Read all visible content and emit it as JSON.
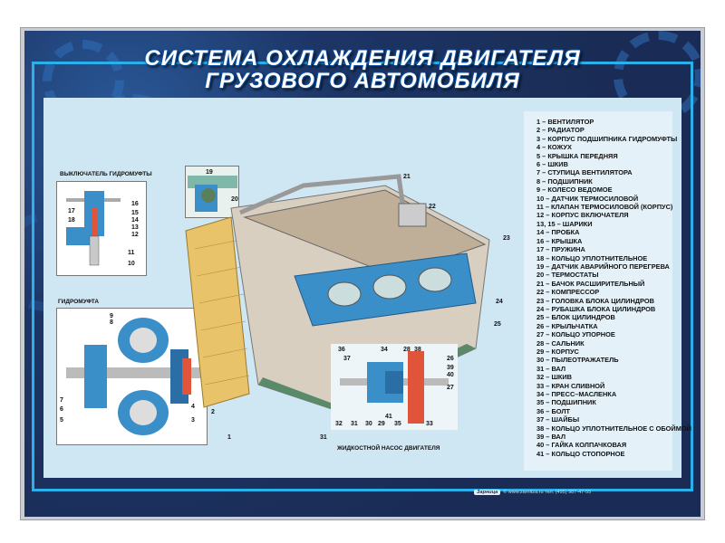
{
  "title": {
    "line1": "СИСТЕМА ОХЛАЖДЕНИЯ ДВИГАТЕЛЯ",
    "line2": "ГРУЗОВОГО АВТОМОБИЛЯ"
  },
  "insets": {
    "switch_label": "ВЫКЛЮЧАТЕЛЬ ГИДРОМУФТЫ",
    "coupling_label": "ГИДРОМУФТА",
    "pump_label": "ЖИДКОСТНОЙ НАСОС ДВИГАТЕЛЯ"
  },
  "callouts": {
    "switch": [
      "16",
      "15",
      "14",
      "13",
      "12",
      "17",
      "18",
      "11",
      "10"
    ],
    "coupling": [
      "9",
      "8",
      "7",
      "6",
      "5",
      "4",
      "3"
    ],
    "thermo": [
      "19",
      "20"
    ],
    "main": [
      "21",
      "22",
      "23",
      "24",
      "25",
      "2",
      "1",
      "31"
    ],
    "pump": [
      "36",
      "37",
      "34",
      "28",
      "38",
      "26",
      "39",
      "40",
      "27",
      "32",
      "31",
      "30",
      "29",
      "41",
      "35",
      "33"
    ]
  },
  "legend": [
    "1 – ВЕНТИЛЯТОР",
    "2 – РАДИАТОР",
    "3 – КОРПУС ПОДШИПНИКА ГИДРОМУФТЫ",
    "4 – КОЖУХ",
    "5 – КРЫШКА ПЕРЕДНЯЯ",
    "6 – ШКИВ",
    "7 – СТУПИЦА ВЕНТИЛЯТОРА",
    "8 – ПОДШИПНИК",
    "9 – КОЛЕСО ВЕДОМОЕ",
    "10 – ДАТЧИК ТЕРМОСИЛОВОЙ",
    "11 – КЛАПАН ТЕРМОСИЛОВОЙ (КОРПУС)",
    "12 – КОРПУС ВКЛЮЧАТЕЛЯ",
    "13, 15 – ШАРИКИ",
    "14 – ПРОБКА",
    "16 – КРЫШКА",
    "17 – ПРУЖИНА",
    "18 – КОЛЬЦО УПЛОТНИТЕЛЬНОЕ",
    "19 – ДАТЧИК АВАРИЙНОГО ПЕРЕГРЕВА",
    "20 – ТЕРМОСТАТЫ",
    "21 – БАЧОК РАСШИРИТЕЛЬНЫЙ",
    "22 – КОМПРЕССОР",
    "23 – ГОЛОВКА БЛОКА ЦИЛИНДРОВ",
    "24 – РУБАШКА БЛОКА ЦИЛИНДРОВ",
    "25 – БЛОК ЦИЛИНДРОВ",
    "26 – КРЫЛЬЧАТКА",
    "27 – КОЛЬЦО УПОРНОЕ",
    "28 – САЛЬНИК",
    "29 – КОРПУС",
    "30 – ПЫЛЕОТРАЖАТЕЛЬ",
    "31 – ВАЛ",
    "32 – ШКИВ",
    "33 – КРАН СЛИВНОЙ",
    "34 – ПРЕСС–МАСЛЕНКА",
    "35 – ПОДШИПНИК",
    "36 – БОЛТ",
    "37 – ШАЙБЫ",
    "38 – КОЛЬЦО УПЛОТНИТЕЛЬНОЕ С ОБОЙМОЙ",
    "39 – ВАЛ",
    "40 – ГАЙКА КОЛПАЧКОВАЯ",
    "41 – КОЛЬЦО СТОПОРНОЕ"
  ],
  "footer": {
    "logo": "Зарница",
    "text": "© www.zarnitza.ru  тел. (495) 987-47-55"
  }
}
